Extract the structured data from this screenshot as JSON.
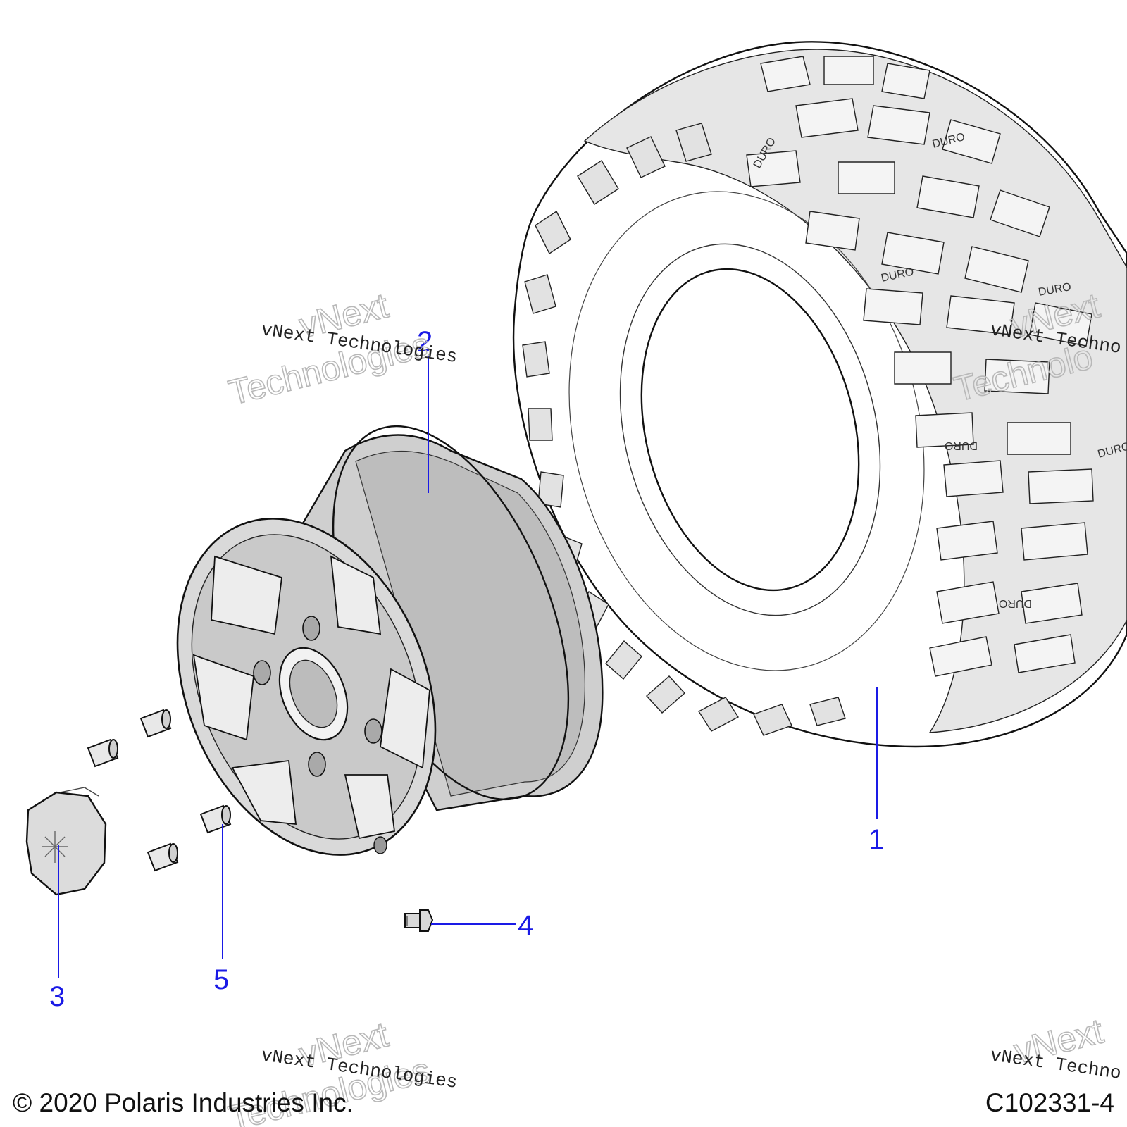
{
  "callouts": [
    {
      "id": "tire",
      "label": "1"
    },
    {
      "id": "wheel",
      "label": "2"
    },
    {
      "id": "hub-cap",
      "label": "3"
    },
    {
      "id": "valve-stem",
      "label": "4"
    },
    {
      "id": "lug-nut",
      "label": "5"
    }
  ],
  "watermark": {
    "serif_text": "vNext Technologies",
    "outline_line1": "vNext",
    "outline_line2": "Technologies",
    "partial_serif": "vNext Techno",
    "partial_outline1": "vNext",
    "partial_outline2": "Technolo"
  },
  "tread_marking": "DURO",
  "footer": {
    "copyright": "© 2020 Polaris Industries Inc.",
    "figure_id": "C102331-4"
  }
}
